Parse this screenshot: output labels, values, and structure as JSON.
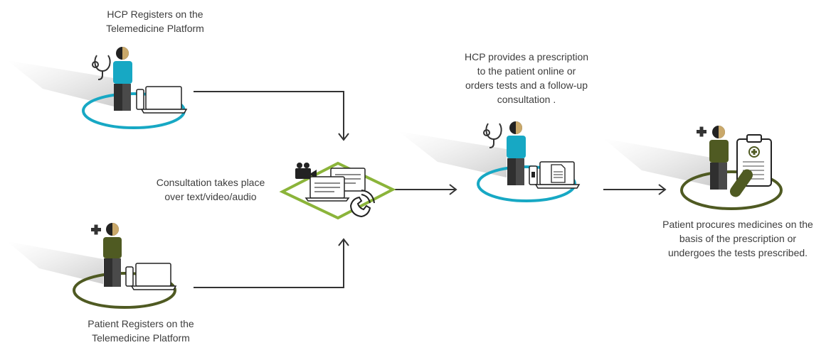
{
  "steps": {
    "hcp_register": {
      "lines": [
        "HCP Registers on the",
        "Telemedicine Platform"
      ]
    },
    "patient_register": {
      "lines": [
        "Patient Registers on the",
        "Telemedicine Platform"
      ]
    },
    "consultation": {
      "lines": [
        "Consultation takes place",
        "over text/video/audio"
      ]
    },
    "prescription": {
      "lines": [
        "HCP provides a prescription",
        "to the patient online or",
        "orders tests and a follow-up",
        "consultation ."
      ]
    },
    "procure": {
      "lines": [
        "Patient procures medicines on the",
        "basis of the prescription or",
        "undergoes the tests prescribed."
      ]
    }
  },
  "colors": {
    "hcp_blue": "#17a8c4",
    "patient_olive": "#4f5a22",
    "consult_green": "#8bb43a",
    "arrow": "#333333",
    "skin": "#c9a86a"
  },
  "icons": [
    "stethoscope-icon",
    "medical-cross-icon",
    "laptop-icon",
    "phone-icon",
    "video-camera-icon",
    "telephone-icon",
    "document-icon",
    "clipboard-icon",
    "pill-icon"
  ]
}
